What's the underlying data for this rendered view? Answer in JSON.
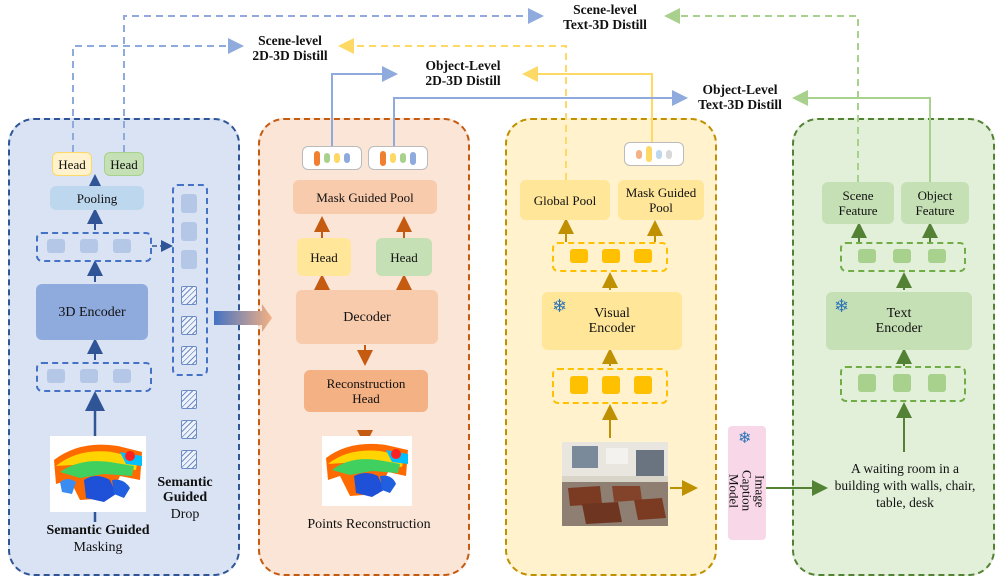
{
  "distill": {
    "scene_text": "Scene-level\nText-3D Distill",
    "scene_2d": "Scene-level\n2D-3D Distill",
    "object_2d": "Object-Level\n2D-3D Distill",
    "object_text": "Object-Level\nText-3D Distill"
  },
  "panel1": {
    "head_yellow": "Head",
    "head_green": "Head",
    "pooling": "Pooling",
    "encoder": "3D Encoder",
    "masking_title": "Semantic Guided",
    "masking_sub": "Masking",
    "drop_title": "Semantic\nGuided",
    "drop_sub": "Drop"
  },
  "panel2": {
    "mask_pool": "Mask Guided Pool",
    "head_left": "Head",
    "head_right": "Head",
    "decoder": "Decoder",
    "recon_head": "Reconstruction\nHead",
    "caption": "Points Reconstruction"
  },
  "panel3": {
    "global_pool": "Global Pool",
    "mask_pool": "Mask Guided\nPool",
    "visual_encoder": "Visual\nEncoder"
  },
  "caption_model": "Image\nCaption\nModel",
  "panel4": {
    "scene_feature": "Scene\nFeature",
    "object_feature": "Object\nFeature",
    "text_encoder": "Text\nEncoder",
    "caption_text": "A waiting room in a building with walls, chair, table, desk"
  },
  "colors": {
    "blue": "#2f5597",
    "blue_light": "#dae3f3",
    "orange": "#c55a11",
    "orange_light": "#fbe5d6",
    "gold": "#bf9000",
    "gold_light": "#fff2cc",
    "green": "#548235",
    "green_light": "#e2f0d9",
    "pink": "#f8d7e8"
  },
  "icons": [
    "snowflake-icon",
    "point-cloud-image",
    "room-photo"
  ]
}
